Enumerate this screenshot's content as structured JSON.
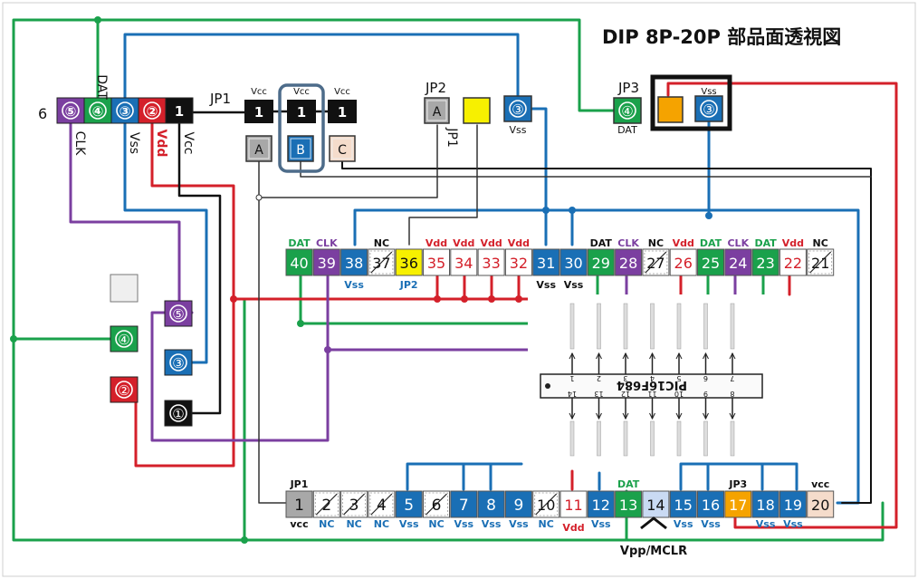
{
  "title": "DIP 8P-20P 部品面透視図",
  "colors": {
    "green": "#1aa14b",
    "blue": "#1a6fb5",
    "red": "#d4202a",
    "purple": "#7b3fa0",
    "black": "#111111",
    "gray": "#a8a8a8",
    "yellow": "#f7f000",
    "orange": "#f5a300",
    "peach": "#f5dccb",
    "lightblue": "#c9daf3",
    "white": "#ffffff"
  },
  "connector": {
    "edge_label": "6",
    "pins": [
      {
        "label": "⑤",
        "color": "purple"
      },
      {
        "label": "④",
        "color": "green"
      },
      {
        "label": "③",
        "color": "blue"
      },
      {
        "label": "②",
        "color": "red"
      },
      {
        "label": "1",
        "color": "black"
      }
    ],
    "top_label": "DAT",
    "side_labels": [
      "CLK",
      "Vss",
      "Vdd",
      "Vcc"
    ]
  },
  "jp1": {
    "label": "JP1",
    "pins": [
      {
        "label": "1",
        "name": "Vcc"
      },
      {
        "label": "1",
        "name": "Vcc"
      },
      {
        "label": "1",
        "name": "Vcc"
      }
    ],
    "options": [
      "A",
      "B",
      "C"
    ]
  },
  "jp2": {
    "label": "JP2",
    "option": "A",
    "vertical_label": "JP1"
  },
  "vss_pad": {
    "label": "③",
    "name": "Vss"
  },
  "jp3": {
    "label": "JP3",
    "dat_pin": "④",
    "dat_name": "DAT",
    "vss_pin": "③",
    "vss_name": "Vss"
  },
  "left_column": [
    "⑤",
    "④",
    "③",
    "②",
    "①"
  ],
  "top_row": [
    {
      "num": "40",
      "color": "green",
      "above": "DAT",
      "above_color": "green"
    },
    {
      "num": "39",
      "color": "purple",
      "above": "CLK",
      "above_color": "purple"
    },
    {
      "num": "38",
      "color": "blue",
      "below": "Vss",
      "below_color": "blue"
    },
    {
      "num": "37",
      "color": "white",
      "above": "NC",
      "above_color": "black",
      "crossed": true
    },
    {
      "num": "36",
      "color": "yellow",
      "below": "JP2",
      "below_color": "blue"
    },
    {
      "num": "35",
      "color": "white",
      "above": "Vdd",
      "above_color": "red",
      "num_color": "red"
    },
    {
      "num": "34",
      "color": "white",
      "above": "Vdd",
      "above_color": "red",
      "num_color": "red"
    },
    {
      "num": "33",
      "color": "white",
      "above": "Vdd",
      "above_color": "red",
      "num_color": "red"
    },
    {
      "num": "32",
      "color": "white",
      "above": "Vdd",
      "above_color": "red",
      "num_color": "red"
    },
    {
      "num": "31",
      "color": "blue",
      "below": "Vss",
      "below_color": "black"
    },
    {
      "num": "30",
      "color": "blue",
      "below": "Vss",
      "below_color": "black"
    },
    {
      "num": "29",
      "color": "green",
      "above": "DAT",
      "above_color": "black"
    },
    {
      "num": "28",
      "color": "purple",
      "above": "CLK",
      "above_color": "purple"
    },
    {
      "num": "27",
      "color": "white",
      "above": "NC",
      "above_color": "black",
      "crossed": true
    },
    {
      "num": "26",
      "color": "white",
      "above": "Vdd",
      "above_color": "red",
      "num_color": "red"
    },
    {
      "num": "25",
      "color": "green",
      "above": "DAT",
      "above_color": "green"
    },
    {
      "num": "24",
      "color": "purple",
      "above": "CLK",
      "above_color": "purple"
    },
    {
      "num": "23",
      "color": "green",
      "above": "DAT",
      "above_color": "green"
    },
    {
      "num": "22",
      "color": "white",
      "above": "Vdd",
      "above_color": "red",
      "num_color": "red"
    },
    {
      "num": "21",
      "color": "white",
      "above": "NC",
      "above_color": "black",
      "crossed": true
    }
  ],
  "bottom_row": [
    {
      "num": "1",
      "color": "gray",
      "above": "JP1",
      "above_color": "black",
      "below": "vcc",
      "below_color": "black"
    },
    {
      "num": "2",
      "color": "white",
      "below": "NC",
      "below_color": "blue",
      "crossed": true
    },
    {
      "num": "3",
      "color": "white",
      "below": "NC",
      "below_color": "blue",
      "crossed": true
    },
    {
      "num": "4",
      "color": "white",
      "below": "NC",
      "below_color": "blue",
      "crossed": true
    },
    {
      "num": "5",
      "color": "blue",
      "below": "Vss",
      "below_color": "blue"
    },
    {
      "num": "6",
      "color": "white",
      "below": "NC",
      "below_color": "blue",
      "crossed": true
    },
    {
      "num": "7",
      "color": "blue",
      "below": "Vss",
      "below_color": "blue"
    },
    {
      "num": "8",
      "color": "blue",
      "below": "Vss",
      "below_color": "blue"
    },
    {
      "num": "9",
      "color": "blue",
      "below": "Vss",
      "below_color": "blue"
    },
    {
      "num": "10",
      "color": "white",
      "below": "NC",
      "below_color": "blue",
      "crossed": true
    },
    {
      "num": "11",
      "color": "white",
      "below": "Vdd",
      "below_color": "red",
      "num_color": "red"
    },
    {
      "num": "12",
      "color": "blue",
      "below": "Vss",
      "below_color": "blue"
    },
    {
      "num": "13",
      "color": "green",
      "above": "DAT",
      "above_color": "green"
    },
    {
      "num": "14",
      "color": "lightblue",
      "num_color": "black"
    },
    {
      "num": "15",
      "color": "blue",
      "below": "Vss",
      "below_color": "blue"
    },
    {
      "num": "16",
      "color": "blue",
      "below": "Vss",
      "below_color": "blue"
    },
    {
      "num": "17",
      "color": "orange",
      "above": "JP3",
      "above_color": "black"
    },
    {
      "num": "18",
      "color": "blue",
      "below": "Vss",
      "below_color": "blue"
    },
    {
      "num": "19",
      "color": "blue",
      "below": "Vss",
      "below_color": "blue"
    },
    {
      "num": "20",
      "color": "peach",
      "above": "vcc",
      "above_color": "black",
      "num_color": "black"
    }
  ],
  "vpp_label": "Vpp/MCLR",
  "chip": {
    "name": "PIC16F684",
    "top_pins": [
      "1",
      "2",
      "3",
      "4",
      "5",
      "6",
      "7"
    ],
    "bottom_pins": [
      "14",
      "13",
      "12",
      "11",
      "10",
      "9",
      "8"
    ]
  }
}
